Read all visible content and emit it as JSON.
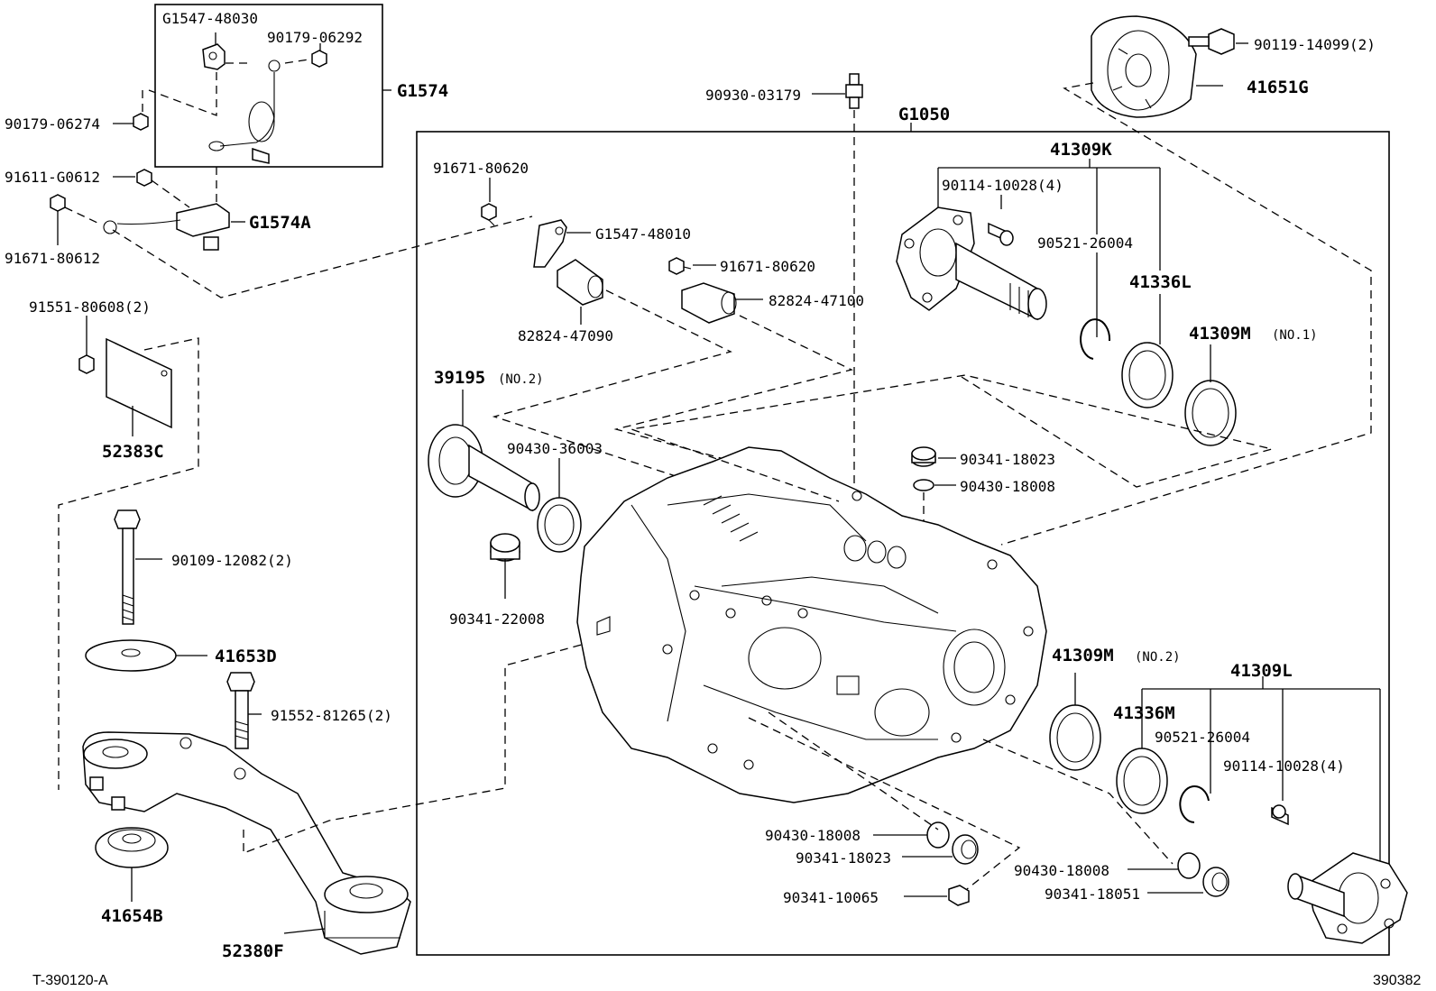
{
  "labels": {
    "g1547_48030": "G1547-48030",
    "p90179_06292": "90179-06292",
    "g1574": "G1574",
    "p90179_06274": "90179-06274",
    "p91611_g0612": "91611-G0612",
    "g1574a": "G1574A",
    "p91671_80612": "91671-80612",
    "p91551_80608": "91551-80608(2)",
    "p52383c": "52383C",
    "p90109_12082": "90109-12082(2)",
    "p41653d": "41653D",
    "p91552_81265": "91552-81265(2)",
    "p41654b": "41654B",
    "p52380f": "52380F",
    "p90930_03179": "90930-03179",
    "g1050": "G1050",
    "p91671_80620_a": "91671-80620",
    "g1547_48010": "G1547-48010",
    "p91671_80620_b": "91671-80620",
    "p82824_47100": "82824-47100",
    "p82824_47090": "82824-47090",
    "p39195": "39195",
    "p39195_note": "(NO.2)",
    "p90430_36003": "90430-36003",
    "p90341_22008": "90341-22008",
    "p90119_14099": "90119-14099(2)",
    "p41651g": "41651G",
    "p41309k": "41309K",
    "p90114_10028_a": "90114-10028(4)",
    "p90521_26004_a": "90521-26004",
    "p41336l": "41336L",
    "p41309m_1": "41309M",
    "p41309m_1_note": "(NO.1)",
    "p90341_18023_a": "90341-18023",
    "p90430_18008_a": "90430-18008",
    "p41309m_2": "41309M",
    "p41309m_2_note": "(NO.2)",
    "p41309l": "41309L",
    "p41336m": "41336M",
    "p90521_26004_b": "90521-26004",
    "p90114_10028_b": "90114-10028(4)",
    "p90430_18008_b": "90430-18008",
    "p90341_18023_b": "90341-18023",
    "p90430_18008_c": "90430-18008",
    "p90341_18051": "90341-18051",
    "p90341_10065": "90341-10065"
  },
  "footer": {
    "left": "T-390120-A",
    "right": "390382"
  }
}
